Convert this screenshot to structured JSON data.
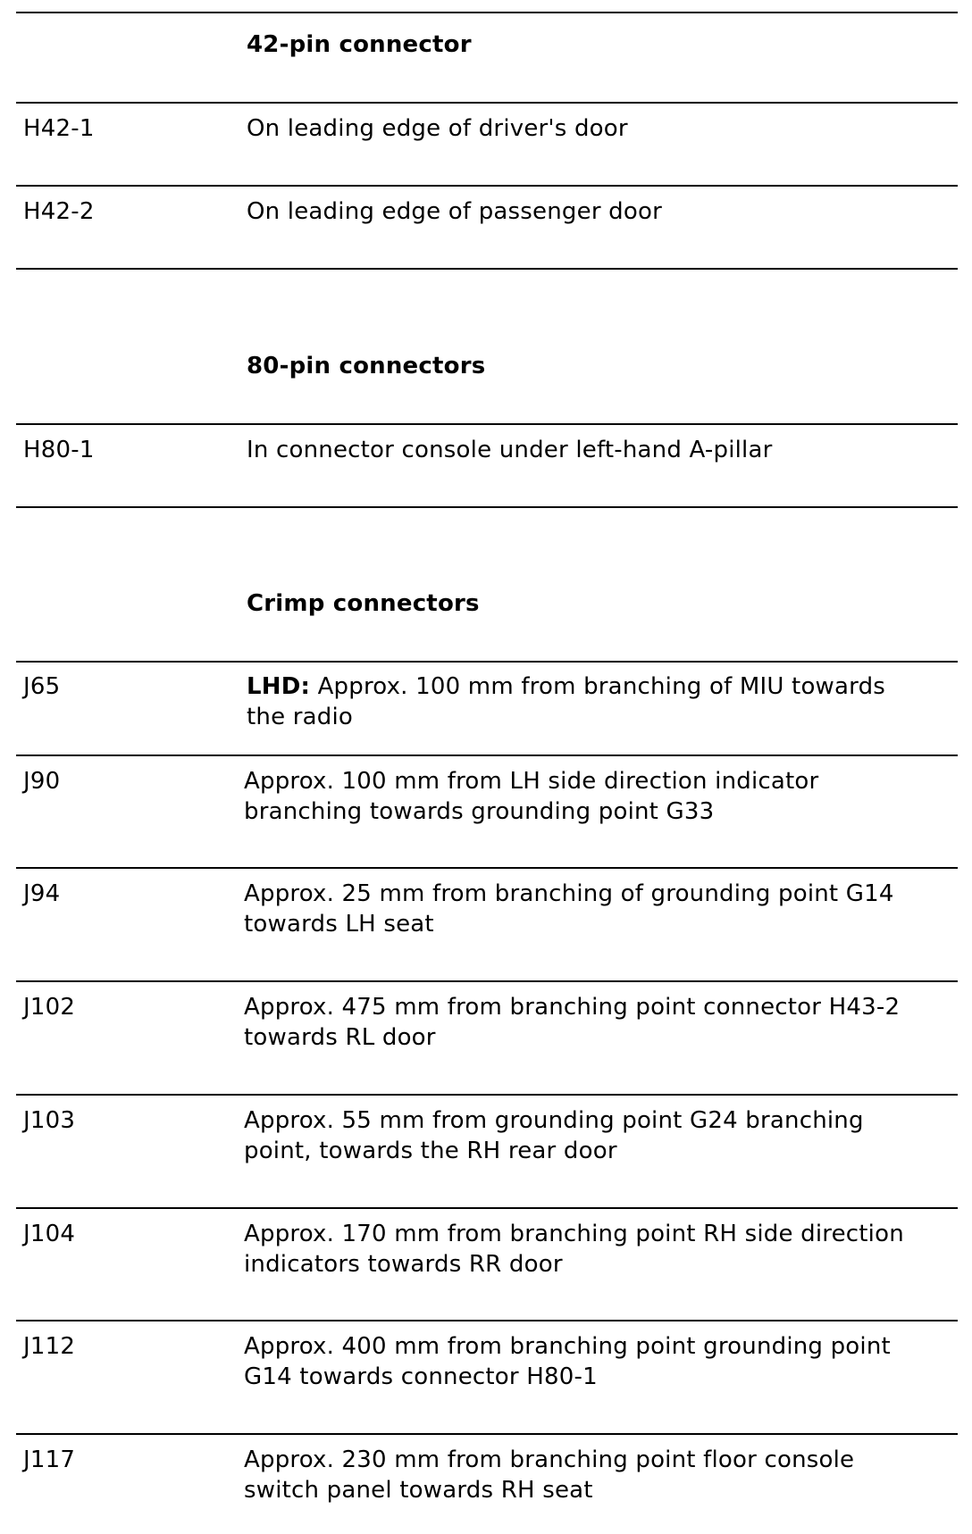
{
  "sections": [
    {
      "heading": "42-pin connector",
      "rows": [
        {
          "code": "H42-1",
          "desc": "On leading edge of driver's door"
        },
        {
          "code": "H42-2",
          "desc": "On leading edge of passenger door"
        }
      ]
    },
    {
      "heading": "80-pin connectors",
      "rows": [
        {
          "code": "H80-1",
          "desc": "In connector console under left-hand A-pillar"
        }
      ]
    },
    {
      "heading": "Crimp connectors",
      "rows": [
        {
          "code": "J65",
          "prefix": "LHD:",
          "line1": " Approx. 100 mm from branching of MIU towards",
          "line2": "the radio"
        },
        {
          "code": "J90",
          "line1": "Approx. 100 mm from LH side direction indicator",
          "line2": "branching towards grounding point G33"
        },
        {
          "code": "J94",
          "line1": "Approx. 25 mm from branching of grounding point G14",
          "line2": "towards LH seat"
        },
        {
          "code": "J102",
          "line1": "Approx. 475 mm from branching point connector H43-2",
          "line2": "towards RL door"
        },
        {
          "code": "J103",
          "line1": "Approx. 55 mm from grounding point G24 branching",
          "line2": "point, towards the RH rear door"
        },
        {
          "code": "J104",
          "line1": "Approx. 170 mm from branching point RH side direction",
          "line2": "indicators towards RR door"
        },
        {
          "code": "J112",
          "line1": "Approx. 400 mm from branching point grounding point",
          "line2": "G14 towards connector H80-1"
        },
        {
          "code": "J117",
          "line1": "Approx. 230 mm from branching point floor console",
          "line2": "switch panel towards RH seat"
        }
      ]
    }
  ]
}
